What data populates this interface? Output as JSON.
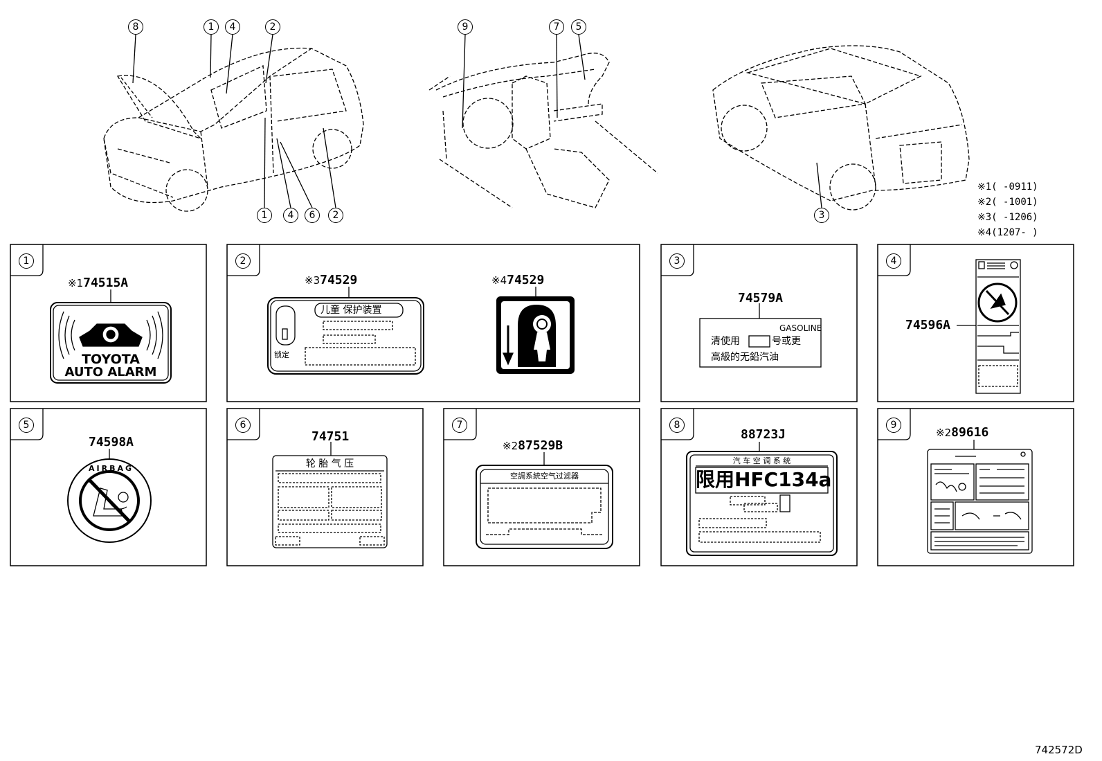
{
  "top_callouts": [
    "8",
    "1",
    "4",
    "2",
    "9",
    "7",
    "5",
    "1",
    "4",
    "6",
    "2",
    "3"
  ],
  "notes": [
    {
      "mark": "※1",
      "range": "(      -0911)"
    },
    {
      "mark": "※2",
      "range": "(      -1001)"
    },
    {
      "mark": "※3",
      "range": "(      -1206)"
    },
    {
      "mark": "※4",
      "range": "(1207-      )"
    }
  ],
  "panels": [
    {
      "no": "1",
      "mark": "※1",
      "part": "74515A",
      "label_lines": [
        "TOYOTA",
        "AUTO ALARM"
      ]
    },
    {
      "no": "2",
      "parts": [
        {
          "mark": "※3",
          "part": "74529",
          "title": "儿童 保护装置",
          "side_text": "锁定"
        },
        {
          "mark": "※4",
          "part": "74529"
        }
      ]
    },
    {
      "no": "3",
      "part": "74579A",
      "head": "GASOLINE",
      "line1": "清使用",
      "line1b": "号或更",
      "line2": "高級的无鉛汽油"
    },
    {
      "no": "4",
      "part": "74596A"
    },
    {
      "no": "5",
      "part": "74598A",
      "label": "AIRBAG"
    },
    {
      "no": "6",
      "part": "74751",
      "title": "轮 胎 气 压"
    },
    {
      "no": "7",
      "mark": "※2",
      "part": "87529B",
      "title": "空調系統空气过滤器"
    },
    {
      "no": "8",
      "part": "88723J",
      "title": "汽 车 空 调 系 统",
      "big": "限用HFC134a"
    },
    {
      "no": "9",
      "mark": "※2",
      "part": "89616"
    }
  ],
  "figure_code": "742572D"
}
